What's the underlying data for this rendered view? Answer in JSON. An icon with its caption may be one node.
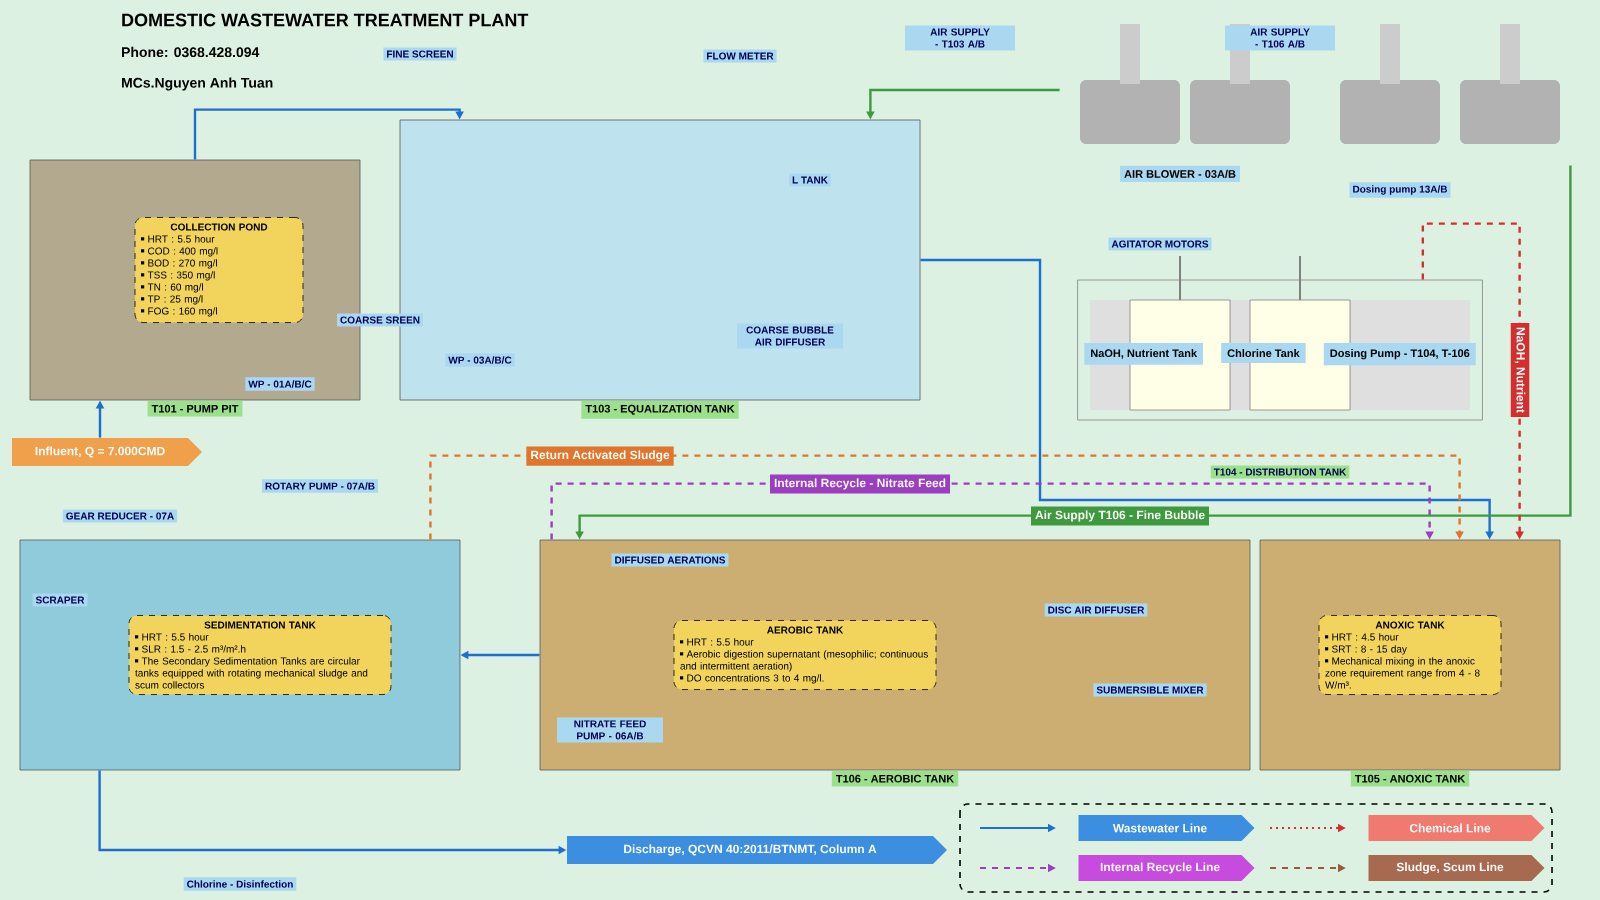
{
  "diagram": {
    "title": "DOMESTIC WASTEWATER TREATMENT PLANT",
    "nodes": [
      {
        "text": [
          "T101 - PUMP PIT"
        ]
      },
      {
        "text": [
          "COLLECTION POND",
          "HRT : 5.5 hour",
          "COD : 400 mg/l",
          "BOD : 270 mg/l",
          "TSS : 350 mg/l",
          "TN : 60 mg/l",
          "TP : 25 mg/l",
          "FOG : 160 mg/l"
        ],
        "in": 0
      },
      {
        "text": [
          "T103 - EQUALIZATION TANK"
        ]
      },
      {
        "text": [
          "AIR BLOWER - 03A/B"
        ]
      },
      {
        "text": [],
        "shape": "picture"
      },
      {
        "text": [
          "NaOH, Nutrient Tank",
          "Chlorine Tank",
          "Dosing Pump - T104, T-106"
        ]
      },
      {
        "text": [],
        "shape": "box"
      },
      {
        "text": [
          "SEDIMENTATION TANK",
          "HRT : 5.5 hour",
          "SLR : 1.5 - 2.5 m³/m².h",
          "The Secondary Sedimentation Tanks are circular tanks equipped with rotating mechanical sludge and scum collectors"
        ],
        "in": 6
      },
      {
        "text": [
          "T106 - AEROBIC TANK"
        ]
      },
      {
        "text": [
          "AEROBIC TANK",
          "HRT : 5.5 hour",
          "Aerobic digestion supernatant (mesophilic; continuous and intermittent aeration)",
          "DO concentrations 3 to 4 mg/l."
        ],
        "in": 8
      },
      {
        "text": [
          "T105 - ANOXIC TANK"
        ]
      },
      {
        "text": [
          "ANOXIC TANK",
          "HRT : 4.5 hour",
          "SRT : 8 - 15 day",
          "Mechanical mixing in the anoxic zone requirement range from 4 - 8 W/m³."
        ],
        "in": 10
      },
      {
        "text": [
          "Influent, Q = 7.000CMD"
        ]
      },
      {
        "text": [
          "Discharge, QCVN 40:2011/BTNMT, Column A"
        ]
      }
    ],
    "edges": [
      {
        "from": 12,
        "to": 0,
        "arrow": "to"
      },
      {
        "from": 0,
        "to": 2,
        "arrow": "to"
      },
      {
        "from": 2,
        "to": 10,
        "arrow": "to"
      },
      {
        "from": 8,
        "to": 6,
        "arrow": "to"
      },
      {
        "from": 6,
        "to": 13,
        "arrow": "to"
      },
      {
        "from": 6,
        "to": 10,
        "arrow": "to",
        "label": "Return Activated Sludge",
        "style": "dashed",
        "color": "#e0752d"
      },
      {
        "from": 8,
        "to": 10,
        "arrow": "to",
        "label": "Internal Recycle - Nitrate Feed",
        "style": "dashed",
        "color": "#9b3fbf"
      },
      {
        "from": 4,
        "to": 8,
        "arrow": "to",
        "label": "Air Supply T106 - Fine Bubble",
        "color": "#3f9a3f"
      },
      {
        "from": 3,
        "to": 2,
        "arrow": "to",
        "color": "#3f9a3f"
      },
      {
        "from": 5,
        "to": 10,
        "arrow": "to",
        "label": "NaOH, Nutrient",
        "style": "dashed",
        "color": "#d32f2f"
      }
    ],
    "labels": [
      "Phone: 0368.428.094",
      "MCs.Nguyen Anh Tuan",
      "FINE SCREEN",
      "FLOW METER",
      "AIR SUPPLY - T103 A/B",
      "AIR SUPPLY - T106 A/B",
      "Dosing pump 13A/B",
      "AGITATOR MOTORS",
      "COARSE SREEN",
      "WP - 01A/B/C",
      "L TANK",
      "WP - 03A/B/C",
      "COARSE BUBBLE AIR DIFFUSER",
      "T104 - DISTRIBUTION TANK",
      "ROTARY PUMP - 07A/B",
      "GEAR REDUCER - 07A",
      "SCRAPER",
      "DIFFUSED AERATIONS",
      "NITRATE FEED PUMP - 06A/B",
      "DISC AIR DIFFUSER",
      "SUBMERSIBLE MIXER",
      "Chlorine - Disinfection"
    ],
    "legend": [
      {
        "text": "Wastewater Line"
      },
      {
        "text": "Chemical Line"
      },
      {
        "text": "Internal Recycle Line"
      },
      {
        "text": "Sludge, Scum Line"
      }
    ]
  }
}
